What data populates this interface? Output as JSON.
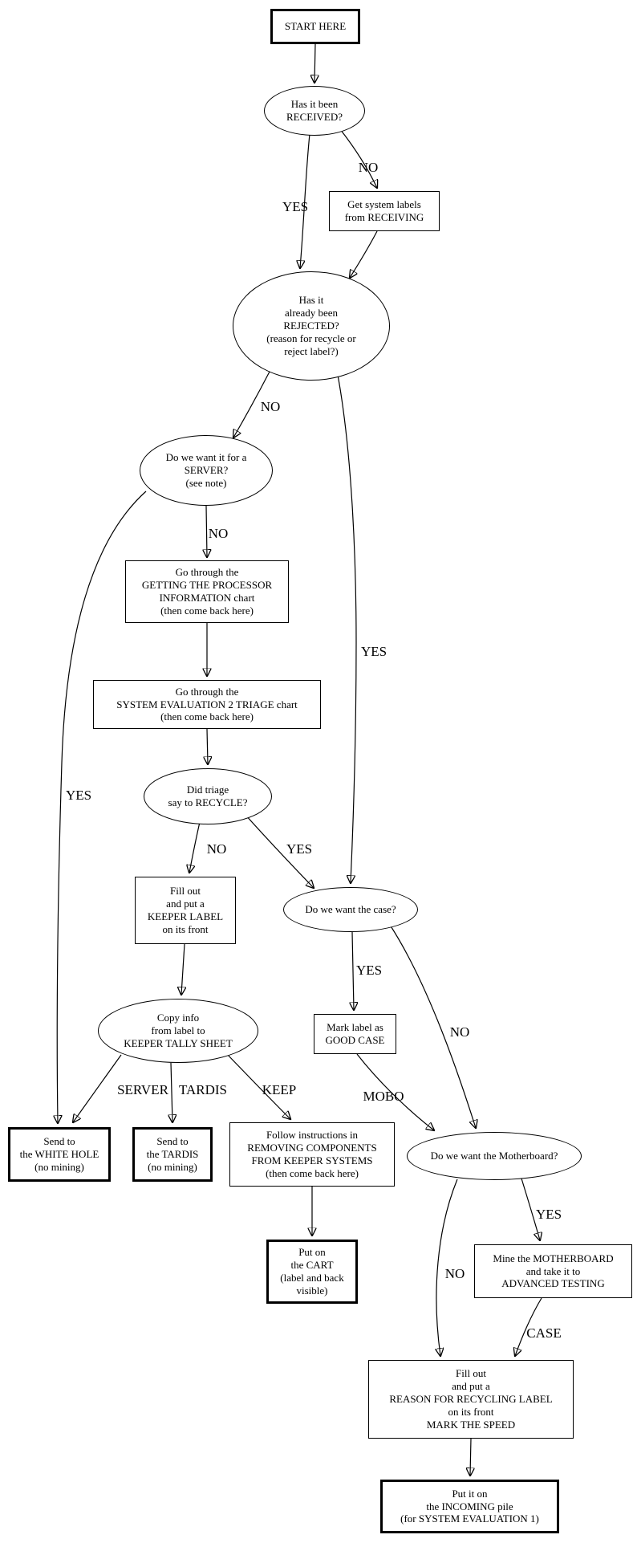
{
  "diagram": {
    "type": "flowchart",
    "colors": {
      "stroke": "#000000",
      "background": "#ffffff",
      "text": "#000000"
    },
    "nodes": {
      "start": {
        "shape": "rect-bold",
        "label": "START HERE"
      },
      "received": {
        "shape": "ellipse",
        "label": "Has it been\nRECEIVED?"
      },
      "get_labels": {
        "shape": "rect",
        "label": "Get system labels\nfrom RECEIVING"
      },
      "rejected": {
        "shape": "ellipse",
        "label": "Has it\nalready been\nREJECTED?\n(reason for recycle or\nreject label?)"
      },
      "server": {
        "shape": "ellipse",
        "label": "Do we want it for a\nSERVER?\n(see note)"
      },
      "processor": {
        "shape": "rect",
        "label": "Go through the\nGETTING THE PROCESSOR\nINFORMATION chart\n(then come back here)"
      },
      "triage": {
        "shape": "rect",
        "label": "Go through the\nSYSTEM EVALUATION 2 TRIAGE chart\n(then come back here)"
      },
      "recycle": {
        "shape": "ellipse",
        "label": "Did triage\nsay to RECYCLE?"
      },
      "keeper": {
        "shape": "rect",
        "label": "Fill out\nand put a\nKEEPER LABEL\non its front"
      },
      "tally": {
        "shape": "ellipse",
        "label": "Copy info\nfrom label to\nKEEPER TALLY SHEET"
      },
      "white_hole": {
        "shape": "rect-bold",
        "label": "Send to\nthe WHITE HOLE\n(no mining)"
      },
      "tardis": {
        "shape": "rect-bold",
        "label": "Send to\nthe TARDIS\n(no mining)"
      },
      "removing": {
        "shape": "rect",
        "label": "Follow instructions in\nREMOVING COMPONENTS\nFROM KEEPER SYSTEMS\n(then come back here)"
      },
      "cart": {
        "shape": "rect-bold",
        "label": "Put on\nthe CART\n(label and back\nvisible)"
      },
      "case": {
        "shape": "ellipse",
        "label": "Do we want the case?"
      },
      "good_case": {
        "shape": "rect",
        "label": "Mark label as\nGOOD CASE"
      },
      "motherboard": {
        "shape": "ellipse",
        "label": "Do we want the Motherboard?"
      },
      "mine_mobo": {
        "shape": "rect",
        "label": "Mine the MOTHERBOARD\nand take it to\nADVANCED TESTING"
      },
      "reason": {
        "shape": "rect",
        "label": "Fill out\nand put a\nREASON FOR RECYCLING LABEL\non its front\nMARK THE SPEED"
      },
      "incoming": {
        "shape": "rect-bold",
        "label": "Put it on\nthe INCOMING pile\n(for SYSTEM EVALUATION 1)"
      }
    },
    "edge_labels": {
      "received_no": "NO",
      "received_yes": "YES",
      "rejected_no": "NO",
      "rejected_yes": "YES",
      "server_no": "NO",
      "server_yes": "YES",
      "recycle_no": "NO",
      "recycle_yes": "YES",
      "tally_server": "SERVER",
      "tally_tardis": "TARDIS",
      "tally_keep": "KEEP",
      "case_yes": "YES",
      "case_no": "NO",
      "goodcase_mobo": "MOBO",
      "motherboard_yes": "YES",
      "motherboard_no": "NO",
      "mine_case": "CASE"
    },
    "edges": [
      {
        "from": "start",
        "to": "received",
        "label": ""
      },
      {
        "from": "received",
        "to": "get_labels",
        "label": "NO"
      },
      {
        "from": "received",
        "to": "rejected",
        "label": "YES"
      },
      {
        "from": "get_labels",
        "to": "rejected",
        "label": ""
      },
      {
        "from": "rejected",
        "to": "server",
        "label": "NO"
      },
      {
        "from": "rejected",
        "to": "case",
        "label": "YES"
      },
      {
        "from": "server",
        "to": "processor",
        "label": "NO"
      },
      {
        "from": "server",
        "to": "white_hole",
        "label": "YES"
      },
      {
        "from": "processor",
        "to": "triage",
        "label": ""
      },
      {
        "from": "triage",
        "to": "recycle",
        "label": ""
      },
      {
        "from": "recycle",
        "to": "keeper",
        "label": "NO"
      },
      {
        "from": "recycle",
        "to": "case",
        "label": "YES"
      },
      {
        "from": "keeper",
        "to": "tally",
        "label": ""
      },
      {
        "from": "tally",
        "to": "white_hole",
        "label": "SERVER"
      },
      {
        "from": "tally",
        "to": "tardis",
        "label": "TARDIS"
      },
      {
        "from": "tally",
        "to": "removing",
        "label": "KEEP"
      },
      {
        "from": "removing",
        "to": "cart",
        "label": ""
      },
      {
        "from": "case",
        "to": "good_case",
        "label": "YES"
      },
      {
        "from": "case",
        "to": "motherboard",
        "label": "NO"
      },
      {
        "from": "good_case",
        "to": "motherboard",
        "label": "MOBO"
      },
      {
        "from": "motherboard",
        "to": "mine_mobo",
        "label": "YES"
      },
      {
        "from": "motherboard",
        "to": "reason",
        "label": "NO"
      },
      {
        "from": "mine_mobo",
        "to": "reason",
        "label": "CASE"
      },
      {
        "from": "reason",
        "to": "incoming",
        "label": ""
      }
    ]
  }
}
